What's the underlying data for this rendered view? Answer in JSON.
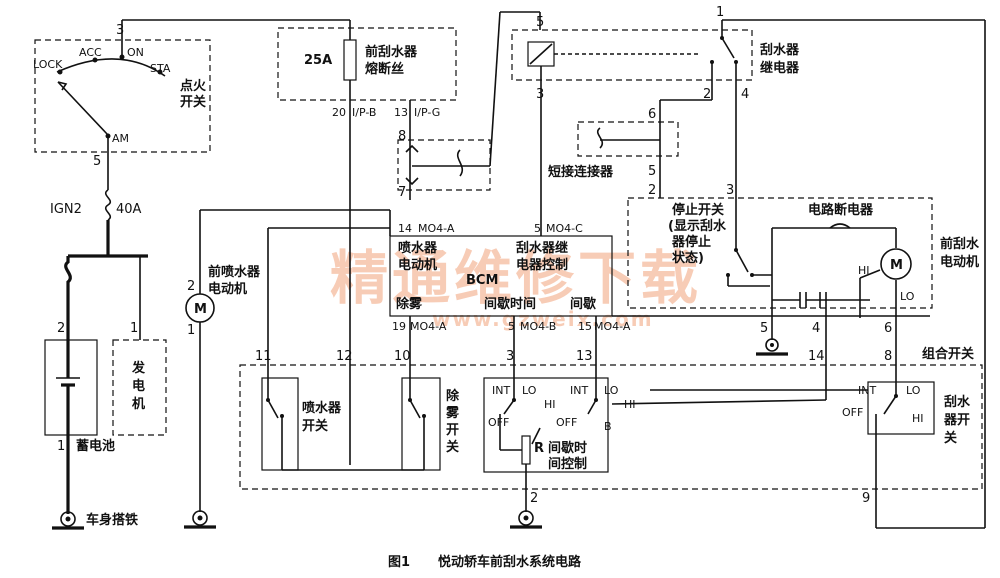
{
  "caption": {
    "fig": "图1",
    "title": "悦动轿车前刮水系统电路"
  },
  "watermark": {
    "main": "精通维修下载",
    "url": "www.gzweix.com"
  },
  "ignition": {
    "title_line1": "点火",
    "title_line2": "开关",
    "pos_lock": "LOCK",
    "pos_acc": "ACC",
    "pos_on": "ON",
    "pos_sta": "STA",
    "am": "AM",
    "pin_top": "3",
    "pin_bottom": "5"
  },
  "fuse_ign": {
    "name": "IGN2",
    "rating": "40A"
  },
  "battery": {
    "label": "蓄电池",
    "pin_top": "2",
    "pin_bottom": "1"
  },
  "generator": {
    "label_line1": "发",
    "label_line2": "电",
    "label_line3": "机",
    "pin": "1"
  },
  "ground_body": {
    "label": "车身搭铁"
  },
  "fuse_wiper": {
    "rating": "25A",
    "name_line1": "前刮水器",
    "name_line2": "熔断丝",
    "pin_a": "20",
    "conn_a": "I/P-B",
    "pin_b": "13",
    "conn_b": "I/P-G"
  },
  "conn_8_7": {
    "pin_top": "8",
    "pin_bottom": "7"
  },
  "relay": {
    "label_line1": "刮水器",
    "label_line2": "继电器",
    "pin_coil_top": "5",
    "pin_coil_bottom": "3",
    "pin_sw_top": "1",
    "pin_sw_b": "2",
    "pin_sw_c": "4"
  },
  "short_conn": {
    "label": "短接连接器",
    "pin_top": "6",
    "pin_bottom": "5"
  },
  "washer_motor": {
    "label_line1": "前喷水器",
    "label_line2": "电动机",
    "pin_top": "2",
    "pin_bottom": "1",
    "symbol": "M"
  },
  "bcm": {
    "name": "BCM",
    "out_washer_line1": "喷水器",
    "out_washer_line2": "电动机",
    "out_relay_line1": "刮水器继",
    "out_relay_line2": "电器控制",
    "in_mist": "除雾",
    "in_int_time": "间歇时间",
    "in_int": "间歇",
    "top_pin_a": "14",
    "top_conn_a": "MO4-A",
    "top_pin_b": "5",
    "top_conn_b": "MO4-C",
    "bot_pin_a": "19",
    "bot_conn_a": "MO4-A",
    "bot_pin_b": "5",
    "bot_conn_b": "MO4-B",
    "bot_pin_c": "15",
    "bot_conn_c": "MO4-A"
  },
  "wiper_motor": {
    "label_line1": "前刮水",
    "label_line2": "电动机",
    "symbol": "M",
    "stop_sw_line1": "停止开关",
    "stop_sw_line2": "(显示刮水",
    "stop_sw_line3": "器停止",
    "stop_sw_line4": "状态)",
    "breaker": "电路断电器",
    "hi": "HI",
    "lo": "LO",
    "pin_2": "2",
    "pin_3": "3",
    "pin_5": "5",
    "pin_4": "4",
    "pin_6": "6"
  },
  "combo_switch": {
    "label": "组合开关",
    "washer_sw_line1": "喷水器",
    "washer_sw_line2": "开关",
    "mist_sw_line1": "除",
    "mist_sw_line2": "雾",
    "mist_sw_line3": "开",
    "mist_sw_line4": "关",
    "int_ctrl_line1": "间歇时",
    "int_ctrl_line2": "间控制",
    "wiper_sw_line1": "刮水",
    "wiper_sw_line2": "器开",
    "wiper_sw_line3": "关",
    "int": "INT",
    "lo": "LO",
    "hi": "HI",
    "off": "OFF",
    "r": "R",
    "b": "B",
    "pin_11": "11",
    "pin_12": "12",
    "pin_10": "10",
    "pin_3": "3",
    "pin_13": "13",
    "pin_8": "8",
    "pin_14": "14",
    "pin_2": "2",
    "pin_9": "9"
  }
}
